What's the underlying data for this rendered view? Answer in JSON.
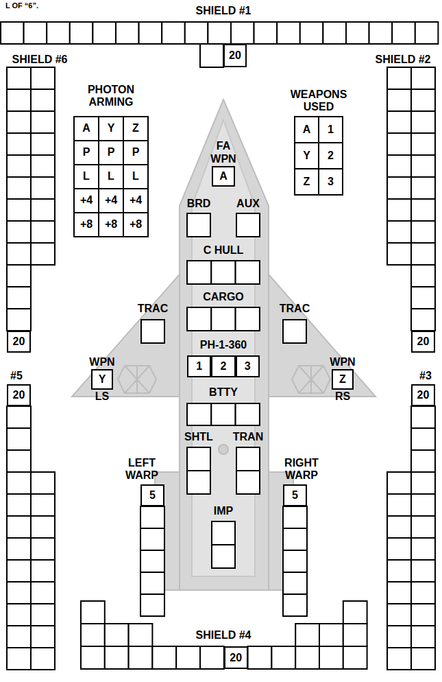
{
  "diagram": {
    "nodes": [
      {
        "text": [
          "20"
        ]
      },
      {
        "text": [
          "20"
        ]
      },
      {
        "text": [
          "20"
        ]
      },
      {
        "text": [
          "FA WPN",
          "A"
        ]
      },
      {
        "text": [
          "WPN",
          "Y",
          "LS"
        ]
      },
      {
        "text": [
          "1"
        ]
      },
      {
        "text": [
          "2"
        ]
      },
      {
        "text": [
          "3"
        ]
      },
      {
        "text": [
          "WPN",
          "Z",
          "RS"
        ]
      },
      {
        "text": [
          "20"
        ]
      },
      {
        "text": [
          "20"
        ]
      },
      {
        "text": [
          "5"
        ]
      },
      {
        "text": [
          "5"
        ]
      },
      {
        "text": [
          "20"
        ]
      }
    ],
    "labels": [
      "L OF “6”.",
      "SHIELD #1",
      "SHIELD #6",
      "SHIELD #2",
      "PHOTON ARMING",
      "WEAPONS USED",
      "A",
      "Y",
      "Z",
      "P",
      "P",
      "P",
      "L",
      "L",
      "L",
      "+4",
      "+4",
      "+4",
      "+8",
      "+8",
      "+8",
      "A",
      "1",
      "Y",
      "2",
      "Z",
      "3",
      "BRD",
      "AUX",
      "C HULL",
      "TRAC",
      "CARGO",
      "TRAC",
      "PH-1-360",
      "BTTY",
      "SHTL",
      "TRAN",
      "LEFT WARP",
      "RIGHT WARP",
      "IMP",
      "#5",
      "#3",
      "SHIELD #4"
    ]
  }
}
